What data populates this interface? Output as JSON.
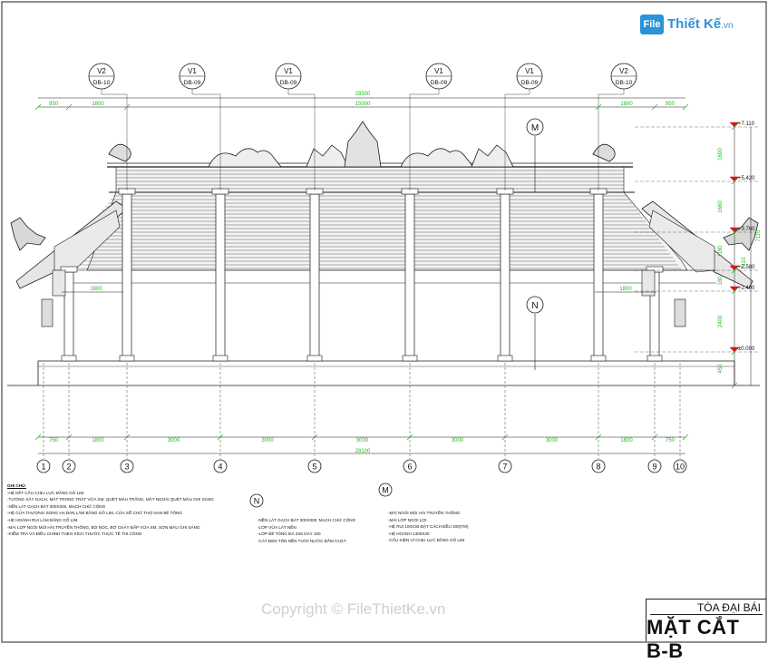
{
  "logo": {
    "badge": "File",
    "text": "Thiết Kế",
    "tld": ".vn"
  },
  "callouts": [
    {
      "top": "V2",
      "bottom": "DB-10"
    },
    {
      "top": "V1",
      "bottom": "DB-09"
    },
    {
      "top": "V1",
      "bottom": "DB-09"
    },
    {
      "top": "V1",
      "bottom": "DB-09"
    },
    {
      "top": "V1",
      "bottom": "DB-09"
    },
    {
      "top": "V2",
      "bottom": "DB-10"
    }
  ],
  "top_dimensions": {
    "overall": "28500",
    "segments": [
      "950",
      "1800",
      "15000",
      "1800",
      "950"
    ]
  },
  "inner_dimensions": [
    "1800",
    "1800"
  ],
  "bottom_dimensions": {
    "overall": "28100",
    "segments": [
      "750",
      "1800",
      "3000",
      "3000",
      "3000",
      "3000",
      "3000",
      "1800",
      "750"
    ]
  },
  "axes": [
    "1",
    "2",
    "3",
    "4",
    "5",
    "6",
    "7",
    "8",
    "9",
    "10"
  ],
  "section_markers": [
    "M",
    "N"
  ],
  "levels": [
    "+7.110",
    "+5.420",
    "+3.760",
    "+2.580",
    "+2.400",
    "±0.000"
  ],
  "right_dimensions": [
    "1690",
    "1660",
    "1180",
    "180",
    "2400",
    "450"
  ],
  "right_overall": [
    "7110",
    "7110"
  ],
  "notes": {
    "general": {
      "title": "GHI CHÚ:",
      "lines": [
        "-HỆ KẾT CẤU CHỊU LỰC BẰNG GỖ LIM",
        "-TƯỜNG XÂY GẠCH, MẶT TRONG TRÁT VỮA XM, QUÉT MÀU TRẮNG, MẶT NGOÀI QUÉT MÀU GHI SÁNG",
        "-NỀN LÁT GẠCH BÁT 300X300, MẠCH CHỮ CÔNG",
        "-HỆ CỬA THƯỢNG SONG HẠ BẢN LÀM BẰNG GỖ LIM, CỬA SỔ CHỮ THỌ NAN BÊ TÔNG",
        "-HỆ HOÀNH RUI LÀM BẰNG GỖ LIM",
        "-MÁI LỢP NGÓI MŨI HÀI TRUYỀN THỐNG, BỜ NÓC, BỜ CHẢY ĐẮP VỮA XM, SƠN MÀU GHI SÁNG",
        "-KIỂM TRA VÀ ĐIỀU CHỈNH THEO KÍCH THƯỚC THỰC TẾ THI CÔNG"
      ]
    },
    "n": {
      "label": "N",
      "lines": [
        "-NỀN LÁT GẠCH BÁT 300X300, MẠCH CHỮ CÔNG",
        "-LỚP VỮA LÁT NỀN",
        "-LỚP BÊ TÔNG ĐÁ 4X6 DÀY 100",
        "-CÁT ĐEN TÔN NỀN TƯỚI NƯỚC ĐẦM CHẶT"
      ]
    },
    "m": {
      "label": "M",
      "lines": [
        "-MÁI NGÓI MŨI HÀI TRUYỀN THỐNG",
        "-MÁI LỚP NGÓI LỢI",
        "-HỆ RUI 100X30 ĐẶT CÁCH ĐỀU 200(TM)",
        "-HỆ HOÀNH 1300X30",
        "-CẤU KIỆN VÌ CHỊU LỰC BẰNG GỖ LIM"
      ]
    }
  },
  "copyright": "Copyright © FileThietKe.vn",
  "title_block": {
    "subtitle": "TÒA ĐẠI BÁI",
    "title": "MẶT CẮT B-B"
  },
  "colors": {
    "line": "#1a1a1a",
    "dimension": "#22bb22",
    "level": "#d01818",
    "logo": "#2b93d6"
  }
}
